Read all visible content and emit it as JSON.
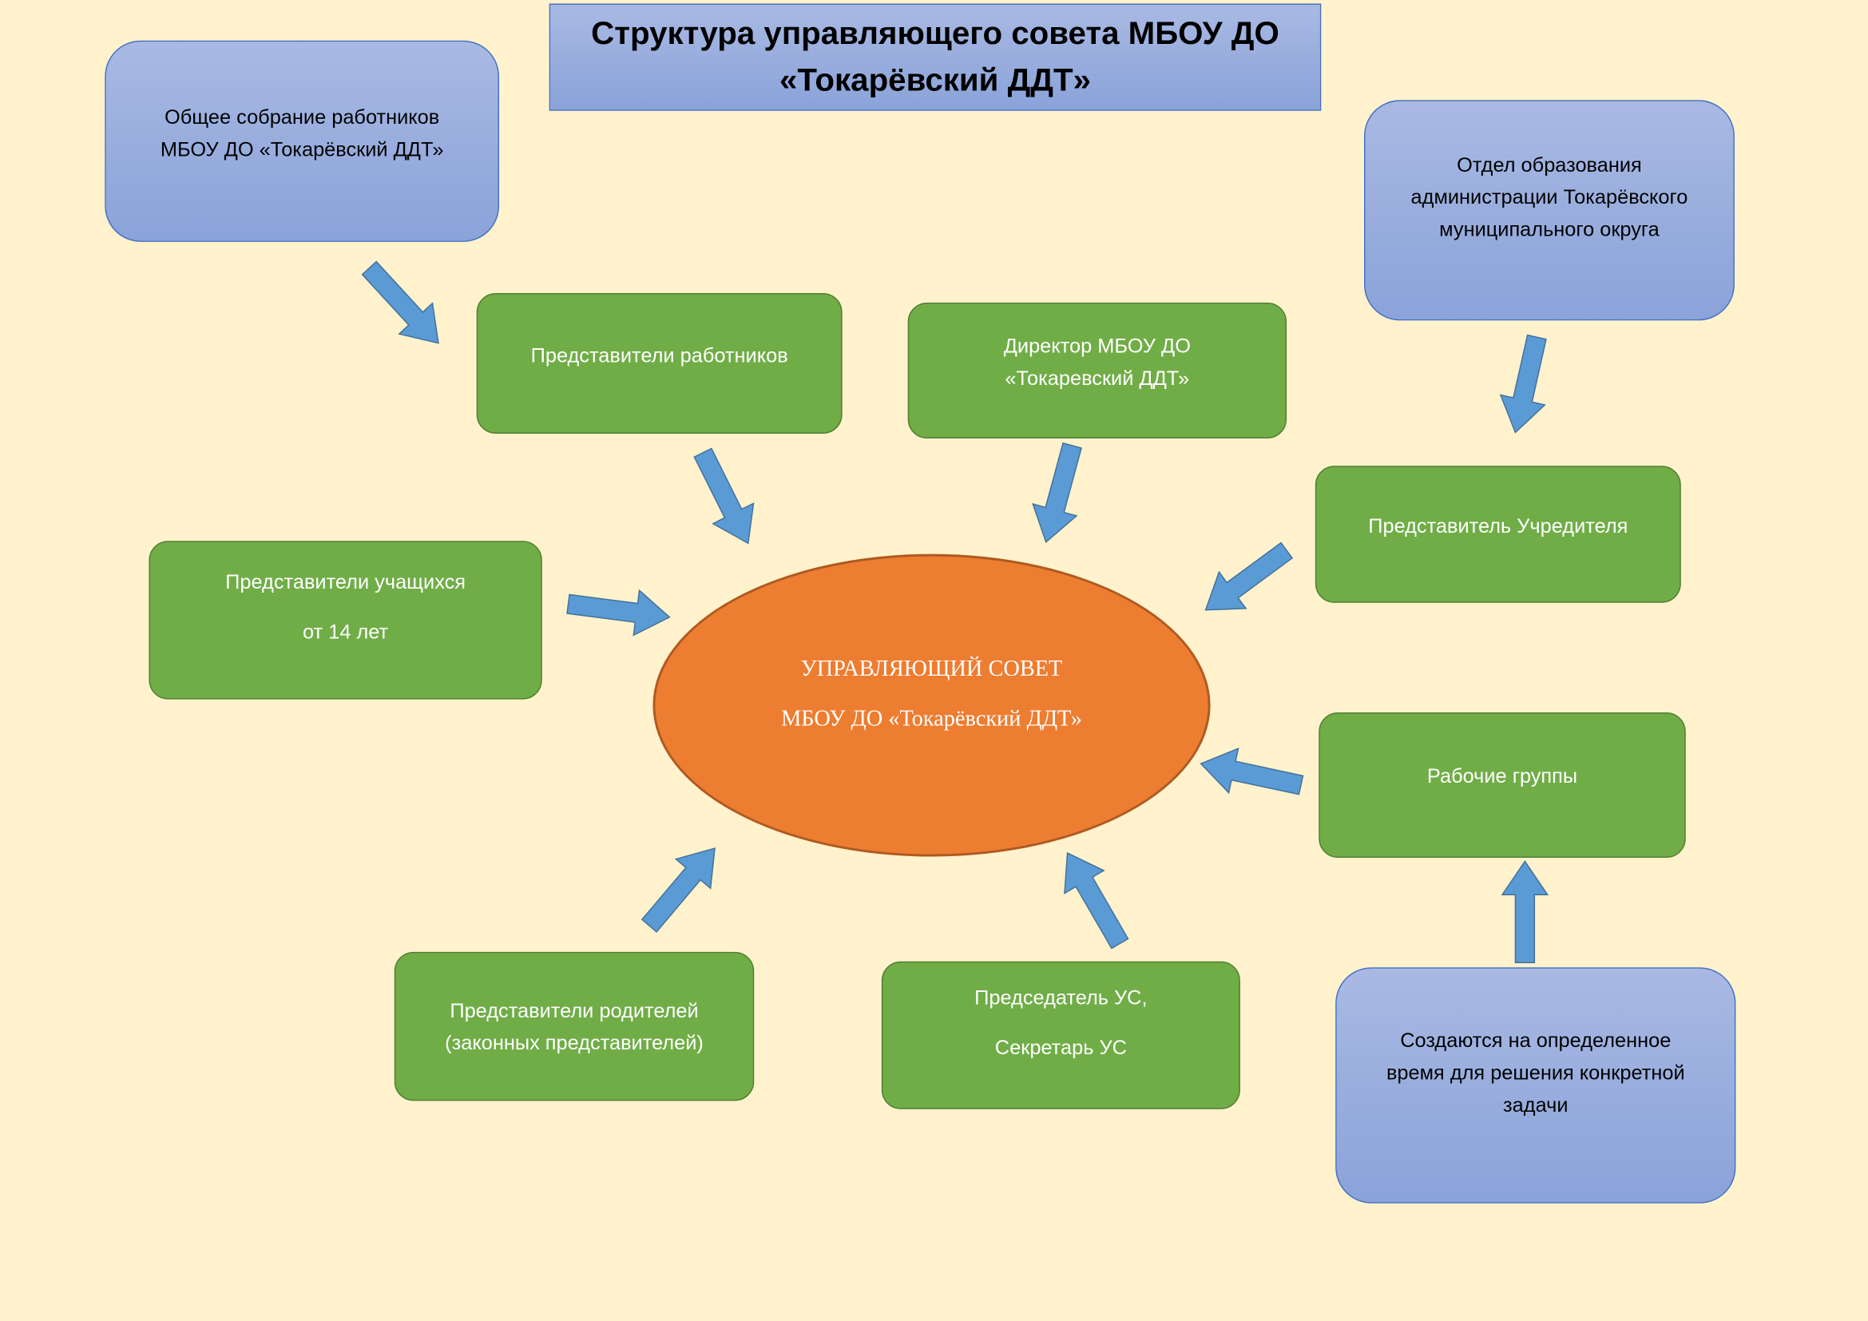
{
  "title": {
    "line1": "Структура управляющего совета МБОУ ДО",
    "line2": "«Токарёвский ДДТ»"
  },
  "center": {
    "line1": "УПРАВЛЯЮЩИЙ СОВЕТ",
    "line2": "МБОУ ДО «Токарёвский ДДТ»"
  },
  "blue_boxes": {
    "general_meeting": {
      "line1": "Общее собрание работников",
      "line2": "МБОУ ДО «Токарёвский ДДТ»"
    },
    "education_dept": {
      "line1": "Отдел образования",
      "line2": "администрации Токарёвского",
      "line3": "муниципального округа"
    },
    "created_for": {
      "line1": "Создаются на определенное",
      "line2": "время для решения конкретной",
      "line3": "задачи"
    }
  },
  "green_boxes": {
    "workers_reps": {
      "line1": "Представители работников"
    },
    "director": {
      "line1": "Директор МБОУ ДО",
      "line2": "«Токаревский ДДТ»"
    },
    "founder_rep": {
      "line1": "Представитель Учредителя"
    },
    "students_reps": {
      "line1": "Представители учащихся",
      "line2": "от 14 лет"
    },
    "work_groups": {
      "line1": "Рабочие группы"
    },
    "parents_reps": {
      "line1": "Представители родителей",
      "line2": "(законных представителей)"
    },
    "chair_secretary": {
      "line1": "Председатель УС,",
      "line2": "Секретарь УС"
    }
  },
  "colors": {
    "arrow_fill": "#5b9bd5",
    "arrow_stroke": "#41719c",
    "green": "#70ad47",
    "orange": "#ed7d31",
    "background": "#fff2cc"
  }
}
